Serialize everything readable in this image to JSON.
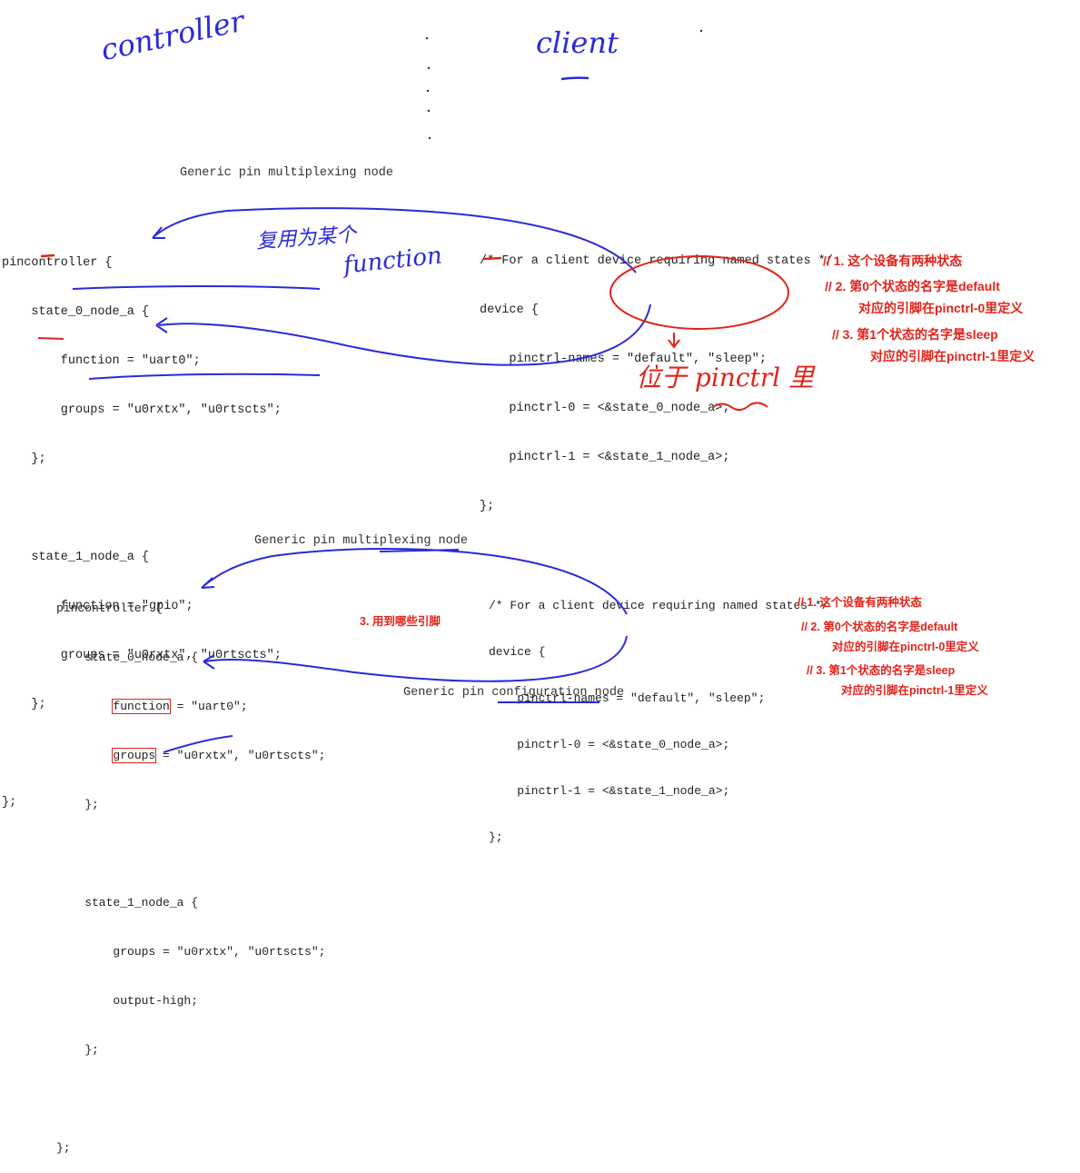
{
  "handwritten": {
    "controller": "controller",
    "client": "client",
    "reuse_note_line1": "复用为某个",
    "reuse_note_line2": "function",
    "located_in": "位于 pinctrl 里"
  },
  "top": {
    "caption": "Generic pin multiplexing node",
    "controller_code": [
      "pincontroller {",
      "    state_0_node_a {",
      "        function = \"uart0\";",
      "        groups = \"u0rxtx\", \"u0rtscts\";",
      "    };",
      "",
      "    state_1_node_a {",
      "        function = \"gpio\";",
      "        groups = \"u0rxtx\", \"u0rtscts\";",
      "    };",
      "",
      "};"
    ],
    "client_code": [
      "/* For a client device requiring named states */",
      "device {",
      "    pinctrl-names = \"default\", \"sleep\";",
      "    pinctrl-0 = <&state_0_node_a>;",
      "    pinctrl-1 = <&state_1_node_a>;",
      "};"
    ],
    "notes": [
      "// 1. 这个设备有两种状态",
      "// 2. 第0个状态的名字是default",
      "对应的引脚在pinctrl-0里定义",
      "// 3. 第1个状态的名字是sleep",
      "对应的引脚在pinctrl-1里定义"
    ]
  },
  "bottom": {
    "caption_mux": "Generic pin multiplexing node",
    "caption_conf": "Generic pin configuration node",
    "controller_code": {
      "l1": "pincontroller {",
      "l2": "    state_0_node_a {",
      "l3_key": "function",
      "l3_rest": " = \"uart0\";",
      "l4_key": "groups",
      "l4_rest": " = \"u0rxtx\", \"u0rtscts\";",
      "l5": "    };",
      "l6": "    state_1_node_a {",
      "l7": "        groups = \"u0rxtx\", \"u0rtscts\";",
      "l8": "        output-high;",
      "l9": "    };",
      "l10": "};"
    },
    "groups_note": "3. 用到哪些引脚",
    "client_code": [
      "/* For a client device requiring named states */",
      "device {",
      "    pinctrl-names = \"default\", \"sleep\";",
      "    pinctrl-0 = <&state_0_node_a>;",
      "    pinctrl-1 = <&state_1_node_a>;",
      "};"
    ],
    "notes": [
      "// 1. 这个设备有两种状态",
      "// 2. 第0个状态的名字是default",
      "对应的引脚在pinctrl-0里定义",
      "// 3. 第1个状态的名字是sleep",
      "对应的引脚在pinctrl-1里定义"
    ]
  }
}
